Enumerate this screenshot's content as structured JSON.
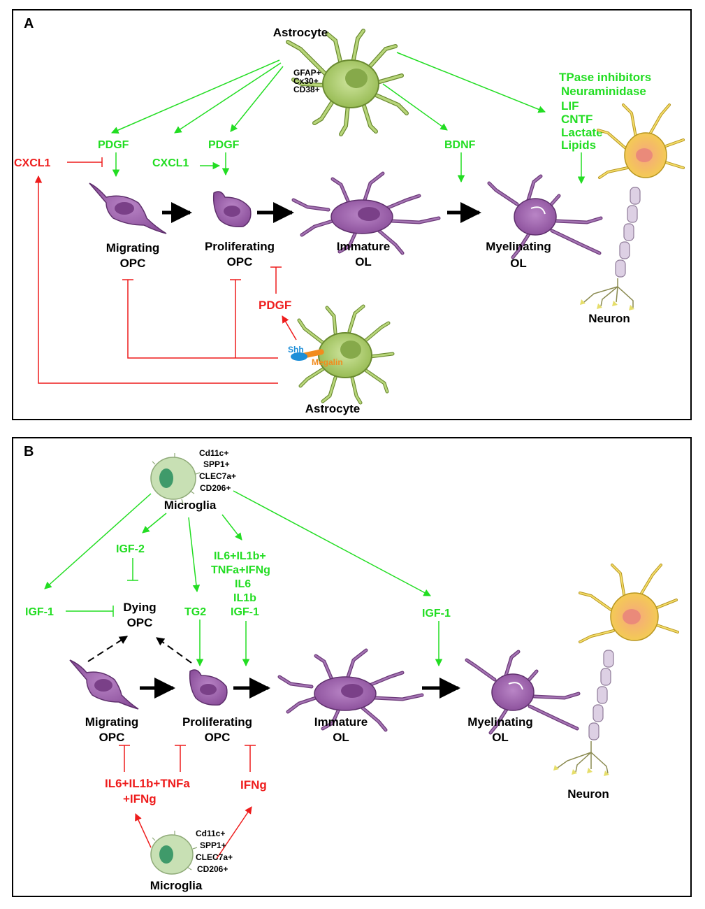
{
  "colors": {
    "promote": "#22dd22",
    "inhibit": "#ee1c1c",
    "opc": "#9b5fa8",
    "astrocyte": "#a8cc6a",
    "microglia": "#c8e0b4",
    "neuron": "#f2d24a",
    "axon": "#ddd0e4"
  },
  "panel_a": {
    "label": "A",
    "astrocyte_top": "Astrocyte",
    "astrocyte_markers": [
      "GFAP+",
      "Cx30+",
      "CD38+"
    ],
    "astrocyte_bottom": "Astrocyte",
    "neuron": "Neuron",
    "cells": {
      "migrating": [
        "Migrating",
        "OPC"
      ],
      "proliferating": [
        "Proliferating",
        "OPC"
      ],
      "immature": [
        "Immature",
        "OL"
      ],
      "myelinating": [
        "Myelinating",
        "OL"
      ]
    },
    "factors": {
      "cxcl1_red": "CXCL1",
      "pdgf_1": "PDGF",
      "cxcl1_green": "CXCL1",
      "pdgf_2": "PDGF",
      "bdnf": "BDNF",
      "pdgf_red": "PDGF",
      "shh": "Shh",
      "megalin": "Megalin",
      "neuron_factors": [
        "TPase inhibitors",
        "Neuraminidase",
        "LIF",
        "CNTF",
        "Lactate",
        "Lipids"
      ]
    }
  },
  "panel_b": {
    "label": "B",
    "microglia_top": "Microglia",
    "microglia_bottom": "Microglia",
    "microglia_markers": [
      "Cd11c+",
      "SPP1+",
      "CLEC7a+",
      "CD206+"
    ],
    "neuron": "Neuron",
    "cells": {
      "dying": [
        "Dying",
        "OPC"
      ],
      "migrating": [
        "Migrating",
        "OPC"
      ],
      "proliferating": [
        "Proliferating",
        "OPC"
      ],
      "immature": [
        "Immature",
        "OL"
      ],
      "myelinating": [
        "Myelinating",
        "OL"
      ]
    },
    "factors": {
      "igf2": "IGF-2",
      "igf1_left": "IGF-1",
      "tg2": "TG2",
      "cytokines": [
        "IL6+IL1b+",
        "TNFa+IFNg",
        "IL6",
        "IL1b",
        "IGF-1"
      ],
      "igf1_right": "IGF-1",
      "red_cytokines": [
        "IL6+IL1b+TNFa",
        "+IFNg"
      ],
      "ifng": "IFNg"
    }
  }
}
